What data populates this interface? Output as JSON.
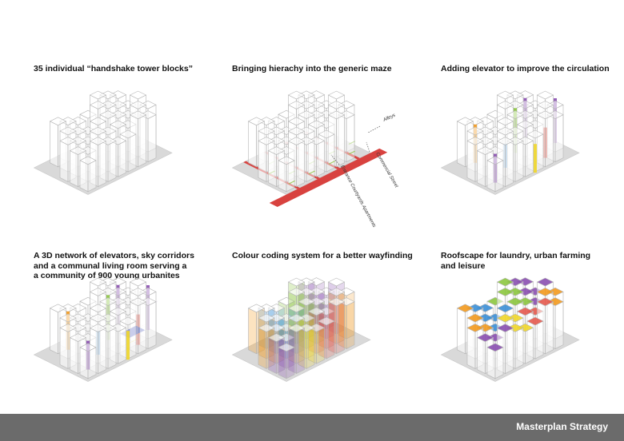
{
  "panels": [
    {
      "title_lines": [
        "35 individual “handshake tower blocks”"
      ]
    },
    {
      "title_lines": [
        "Bringing hierachy into the generic maze"
      ],
      "annotations": {
        "alleys": "Alleys",
        "commercial_street": "Commercial Street",
        "entrance": "Entrance Courtyards Apartments"
      }
    },
    {
      "title_lines": [
        "Adding elevator to improve the circulation"
      ]
    },
    {
      "title_lines": [
        "A 3D network of elevators, sky corridors",
        "and a communal living room serving a",
        "a community of 900 young urbanites"
      ]
    },
    {
      "title_lines": [
        "Colour coding system for a better wayfinding"
      ]
    },
    {
      "title_lines": [
        "Roofscape for laundry, urban farming",
        "and leisure"
      ]
    }
  ],
  "footer": {
    "label": "Masterplan Strategy"
  },
  "colors": {
    "street": "#d8423f",
    "green": "#8cc63f",
    "orange": "#f39a1e",
    "blue": "#3b8fd6",
    "purple": "#8a4fb0",
    "yellow": "#f1d72a",
    "red": "#e55a4e",
    "navy": "#2a3cb0"
  }
}
